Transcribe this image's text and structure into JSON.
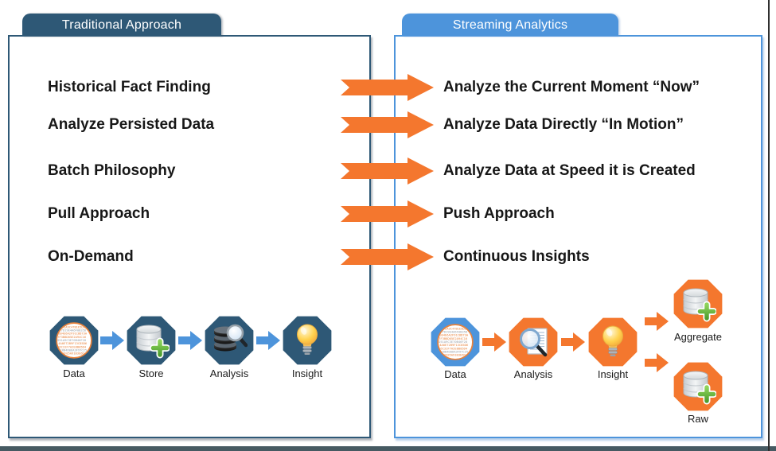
{
  "page": {
    "background": "#FFFFFF",
    "bottom_bar_color": "#465A62",
    "right_edge_color": "#2F2F2F",
    "transform_arrow_color": "#F4772E"
  },
  "left_panel": {
    "tab_label": "Traditional Approach",
    "accent_color": "#2E5876",
    "items": [
      "Historical Fact Finding",
      "Analyze Persisted Data",
      "Batch Philosophy",
      "Pull Approach",
      "On-Demand"
    ],
    "flow": {
      "octagon_color": "#2E5876",
      "arrow_color": "#4D94DB",
      "steps": [
        {
          "label": "Data",
          "icon": "data-circle-icon"
        },
        {
          "label": "Store",
          "icon": "database-add-icon"
        },
        {
          "label": "Analysis",
          "icon": "database-search-icon"
        },
        {
          "label": "Insight",
          "icon": "lightbulb-icon"
        }
      ]
    }
  },
  "right_panel": {
    "tab_label": "Streaming Analytics",
    "accent_color": "#4D94DB",
    "items": [
      "Analyze the Current Moment “Now”",
      "Analyze Data Directly “In Motion”",
      "Analyze Data at Speed it is Created",
      "Push Approach",
      "Continuous Insights"
    ],
    "flow": {
      "octagon_color": "#F4772E",
      "data_octagon_color": "#4D94DB",
      "arrow_color": "#F4772E",
      "steps": [
        {
          "label": "Data",
          "icon": "data-circle-icon"
        },
        {
          "label": "Analysis",
          "icon": "document-search-icon"
        },
        {
          "label": "Insight",
          "icon": "lightbulb-icon"
        },
        {
          "label": "Aggregate",
          "icon": "database-add-icon"
        },
        {
          "label": "Raw",
          "icon": "database-add-icon"
        }
      ]
    }
  }
}
